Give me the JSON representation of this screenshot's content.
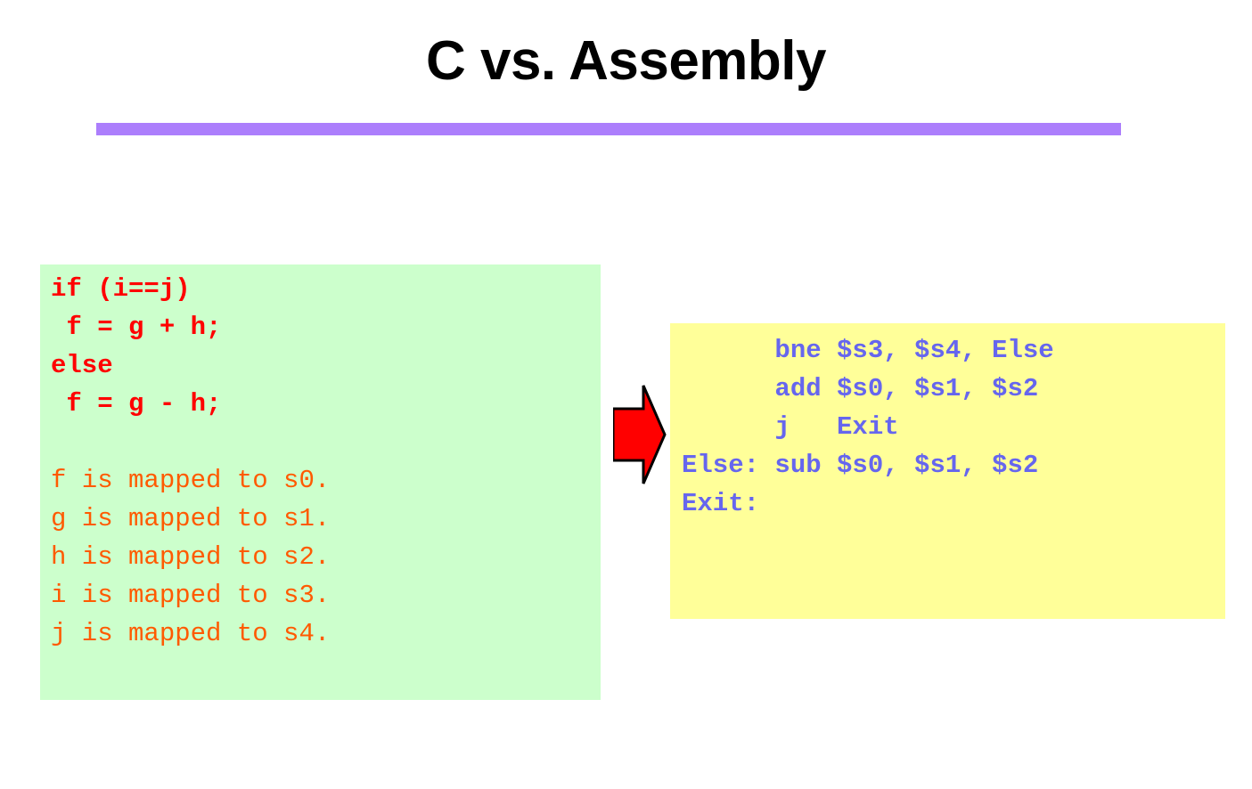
{
  "slide": {
    "title": "C vs. Assembly",
    "accent_rule_color": "#ac7efc",
    "title_color": "#000000",
    "background_color": "#ffffff"
  },
  "c_panel": {
    "background_color": "#ccffcc",
    "code_color": "#ff0000",
    "mapping_color": "#ff5a00",
    "code_lines": [
      "if (i==j)",
      " f = g + h;",
      "else",
      " f = g - h;"
    ],
    "mapping_lines": [
      "f is mapped to s0.",
      "g is mapped to s1.",
      "h is mapped to s2.",
      "i is mapped to s3.",
      "j is mapped to s4."
    ]
  },
  "arrow": {
    "icon": "right-block-arrow-icon",
    "fill_color": "#ff0000",
    "outline_color": "#000000"
  },
  "asm_panel": {
    "background_color": "#ffff99",
    "text_color": "#6666ee",
    "lines": [
      "      bne $s3, $s4, Else",
      "      add $s0, $s1, $s2",
      "      j   Exit",
      "Else: sub $s0, $s1, $s2",
      "Exit:"
    ]
  }
}
